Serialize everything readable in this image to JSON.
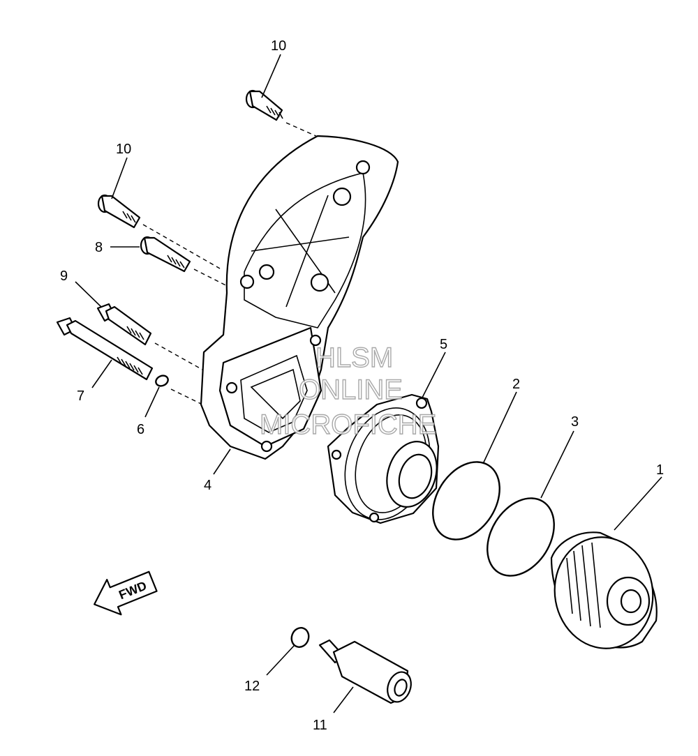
{
  "callouts": {
    "p10a": "10",
    "p10b": "10",
    "p8": "8",
    "p9": "9",
    "p7": "7",
    "p6": "6",
    "p4": "4",
    "p5": "5",
    "p2": "2",
    "p3": "3",
    "p1": "1",
    "p12": "12",
    "p11": "11"
  },
  "direction_label": "FWD",
  "watermark": {
    "line1": "HLSM",
    "line2": "ONLINE",
    "line3": "MICROFICHE"
  }
}
